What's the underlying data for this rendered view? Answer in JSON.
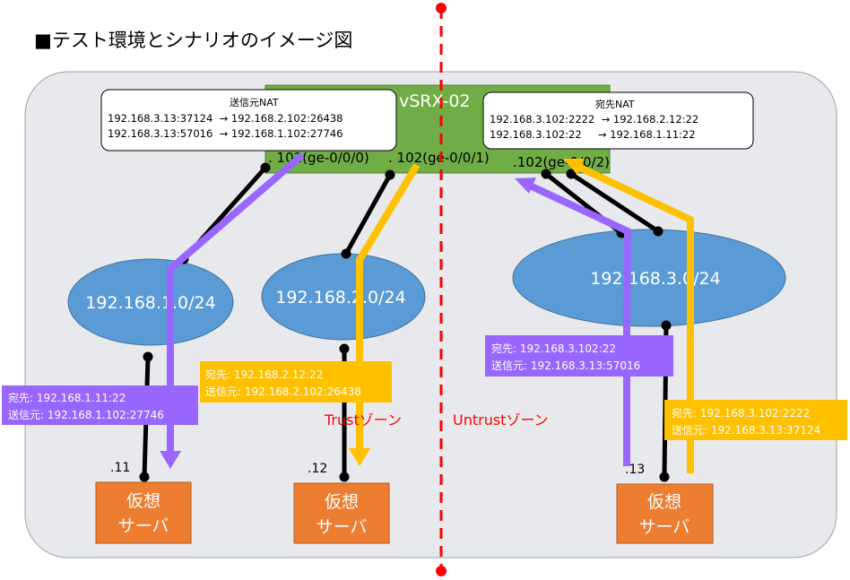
{
  "title": "■テスト環境とシナリオのイメージ図",
  "router": {
    "name": "vSRX-02",
    "if0": ". 102(ge-0/0/0)",
    "if1": ". 102(ge-0/0/1)",
    "if2": ".102(ge-0/0/2)"
  },
  "snat": {
    "title": "送信元NAT",
    "line1": "192.168.3.13:37124  → 192.168.2.102:26438",
    "line2": "192.168.3.13:57016  → 192.168.1.102:27746"
  },
  "dnat": {
    "title": "宛先NAT",
    "line1": "192.168.3.102:2222  → 192.168.2.12:22",
    "line2": "192.168.3.102:22     → 192.168.1.11:22"
  },
  "networks": {
    "net1": "192.168.1.0/24",
    "net2": "192.168.2.0/24",
    "net3": "192.168.3.0/24"
  },
  "hosts": {
    "h1": ".11",
    "h2": ".12",
    "h3": ".13"
  },
  "servers": {
    "line1": "仮想",
    "line2": "サーバ"
  },
  "zones": {
    "trust": "Trustゾーン",
    "untrust": "Untrustゾーン"
  },
  "packets": {
    "p1": {
      "dst": "宛先: 192.168.1.11:22",
      "src": "送信元: 192.168.1.102:27746"
    },
    "p2": {
      "dst": "宛先: 192.168.2.12:22",
      "src": "送信元: 192.168.2.102:26438"
    },
    "p3": {
      "dst": "宛先: 192.168.3.102:22",
      "src": "送信元: 192.168.3.13:57016"
    },
    "p4": {
      "dst": "宛先: 192.168.3.102:2222",
      "src": "送信元: 192.168.3.13:37124"
    }
  },
  "colors": {
    "background": "#e8e9ec",
    "router": "#70ad47",
    "network": "#5b9bd5",
    "server": "#ed7d31",
    "purple_flow": "#9966ff",
    "orange_flow": "#ffc000",
    "zone_line": "#ff0000"
  }
}
